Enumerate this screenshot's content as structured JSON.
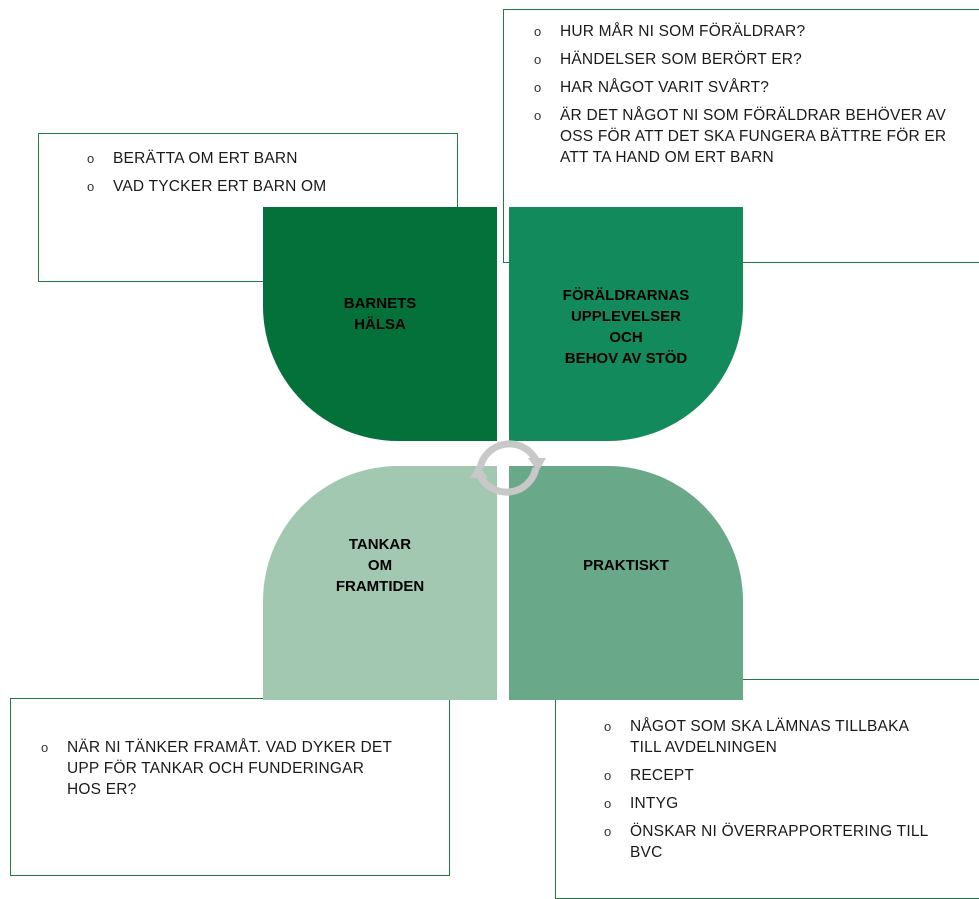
{
  "bullet_glyph": "o",
  "colors": {
    "dark_green": "#04713a",
    "medium_green": "#138a5c",
    "light_green": "#a2c8b1",
    "sage_green": "#69a98a",
    "border": "#1f7a45",
    "arrow": "#c8c8c8"
  },
  "petals": {
    "top_left": {
      "lines": [
        "BARNETS",
        "HÄLSA"
      ]
    },
    "top_right": {
      "lines": [
        "FÖRÄLDRARNAS",
        "UPPLEVELSER",
        "OCH",
        "BEHOV AV STÖD"
      ]
    },
    "bottom_left": {
      "lines": [
        "TANKAR",
        "OM",
        "FRAMTIDEN"
      ]
    },
    "bottom_right": {
      "lines": [
        "PRAKTISKT"
      ]
    }
  },
  "boxes": {
    "top_left": {
      "items": [
        "BERÄTTA OM ERT BARN",
        "VAD TYCKER ERT BARN OM"
      ]
    },
    "top_right": {
      "items": [
        "HUR MÅR NI SOM FÖRÄLDRAR?",
        "HÄNDELSER SOM BERÖRT ER?",
        "HAR NÅGOT VARIT SVÅRT?",
        "ÄR DET NÅGOT NI SOM FÖRÄLDRAR BEHÖVER AV OSS FÖR ATT DET SKA FUNGERA BÄTTRE FÖR ER ATT TA HAND OM ERT BARN"
      ]
    },
    "bottom_left": {
      "items": [
        "NÄR NI TÄNKER FRAMÅT. VAD DYKER DET UPP FÖR TANKAR OCH FUNDERINGAR HOS ER?"
      ]
    },
    "bottom_right": {
      "items": [
        "NÅGOT SOM SKA LÄMNAS TILLBAKA TILL AVDELNINGEN",
        "RECEPT",
        "INTYG",
        "ÖNSKAR NI ÖVERRAPPORTERING TILL BVC"
      ]
    }
  }
}
